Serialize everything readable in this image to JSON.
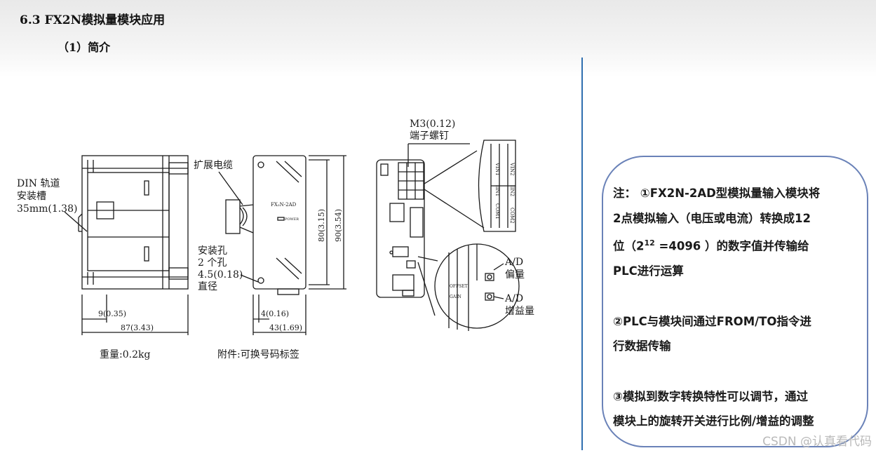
{
  "header": {
    "section_title": "6.3 FX2N模拟量模块应用",
    "subsection_title": "（1）简介"
  },
  "diagram": {
    "side_view": {
      "din_label_1": "DIN 轨道",
      "din_label_2": "安装槽",
      "din_label_3": "35mm(1.38)",
      "dim_9": "9(0.35)",
      "dim_87": "87(3.43)",
      "weight": "重量:0.2kg"
    },
    "front_view": {
      "ext_cable": "扩展电缆",
      "hole_1": "安装孔",
      "hole_2": "2 个孔",
      "hole_3": "4.5(0.18)",
      "hole_4": "直径",
      "model": "FX₂N-2AD",
      "power": "POWER",
      "dim_4": "4(0.16)",
      "dim_43": "43(1.69)",
      "dim_80": "80(3.15)",
      "dim_90": "90(3.54)",
      "accessory": "附件:可换号码标签"
    },
    "terminal_view": {
      "screw_1": "M3(0.12)",
      "screw_2": "端子螺钉",
      "vin1": "VIN1",
      "vin2": "VIN2",
      "iin1": "IIN1",
      "iin2": "IIN2",
      "com1": "COM1",
      "com2": "COM2",
      "offset": "OFFSET",
      "gain": "GAIN",
      "ad_offset_1": "A/D",
      "ad_offset_2": "偏量",
      "ad_gain_1": "A/D",
      "ad_gain_2": "增益量"
    }
  },
  "notes": {
    "n1_a": "注：  ①FX2N-2AD型模拟量输入模块将",
    "n1_b": "2点模拟输入（电压或电流）转换成12",
    "n1_c_pre": "位（2",
    "n1_c_sup": "12",
    "n1_c_post": " =4096 ）的数字值并传输给",
    "n1_d": "PLC进行运算",
    "n2_a": "②PLC与模块间通过FROM/TO指令进",
    "n2_b": "行数据传输",
    "n3_a": "③模拟到数字转换特性可以调节，通过",
    "n3_b": "模块上的旋转开关进行比例/增益的调整"
  },
  "watermark": "CSDN @认真看代码"
}
